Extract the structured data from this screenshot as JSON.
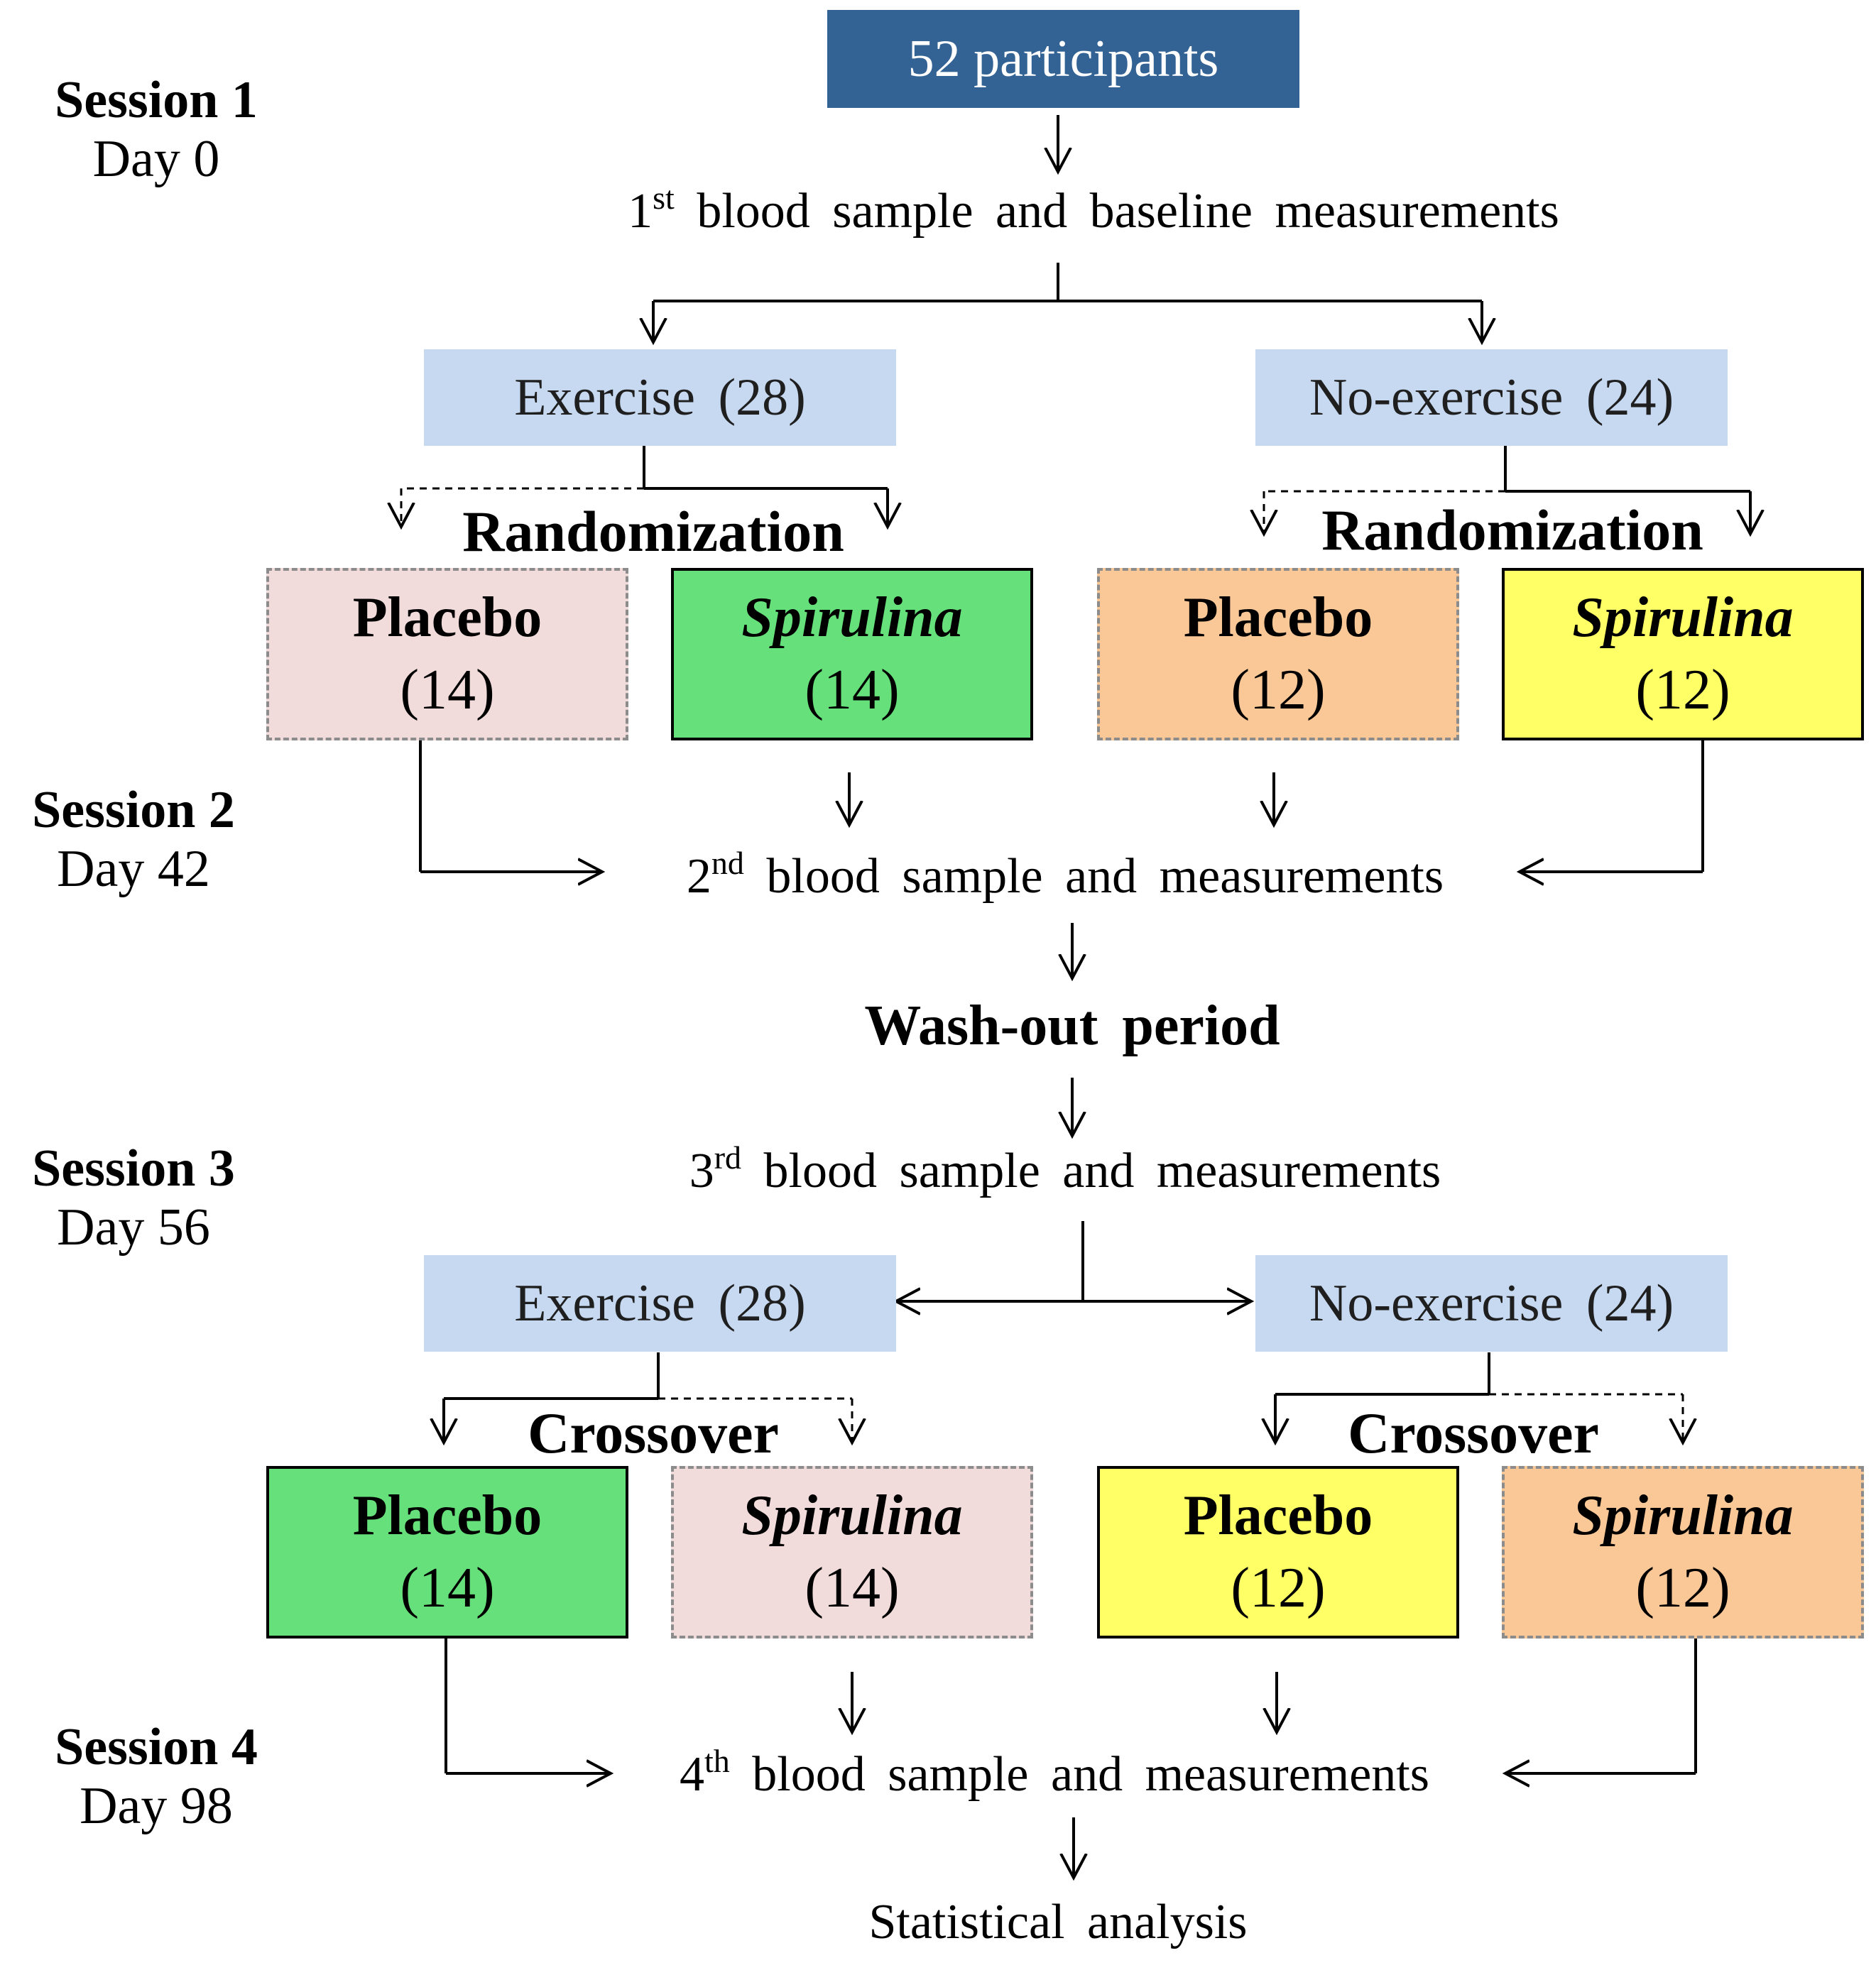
{
  "sessions": [
    {
      "title": "Session 1",
      "day": "Day 0"
    },
    {
      "title": "Session 2",
      "day": "Day 42"
    },
    {
      "title": "Session 3",
      "day": "Day 56"
    },
    {
      "title": "Session 4",
      "day": "Day 98"
    }
  ],
  "participants": "52 participants",
  "samples": [
    {
      "num": "1",
      "suffix": "st",
      "text": "blood sample and baseline measurements"
    },
    {
      "num": "2",
      "suffix": "nd",
      "text": "blood sample and measurements"
    },
    {
      "num": "3",
      "suffix": "rd",
      "text": "blood sample and measurements"
    },
    {
      "num": "4",
      "suffix": "th",
      "text": "blood sample and measurements"
    }
  ],
  "groups": {
    "exercise": "Exercise (28)",
    "no_exercise": "No-exercise (24)"
  },
  "randomization": "Randomization",
  "crossover": "Crossover",
  "washout": "Wash-out period",
  "final": "Statistical analysis",
  "arms": {
    "placebo": "Placebo",
    "spirulina": "Spirulina",
    "n_exercise": "(14)",
    "n_no_exercise": "(12)"
  },
  "colors": {
    "top_box": "#336394",
    "group_box": "#c6d9f1",
    "pink": "#f2dcdb",
    "green": "#66e07a",
    "orange": "#fac896",
    "yellow": "#ffff66"
  }
}
